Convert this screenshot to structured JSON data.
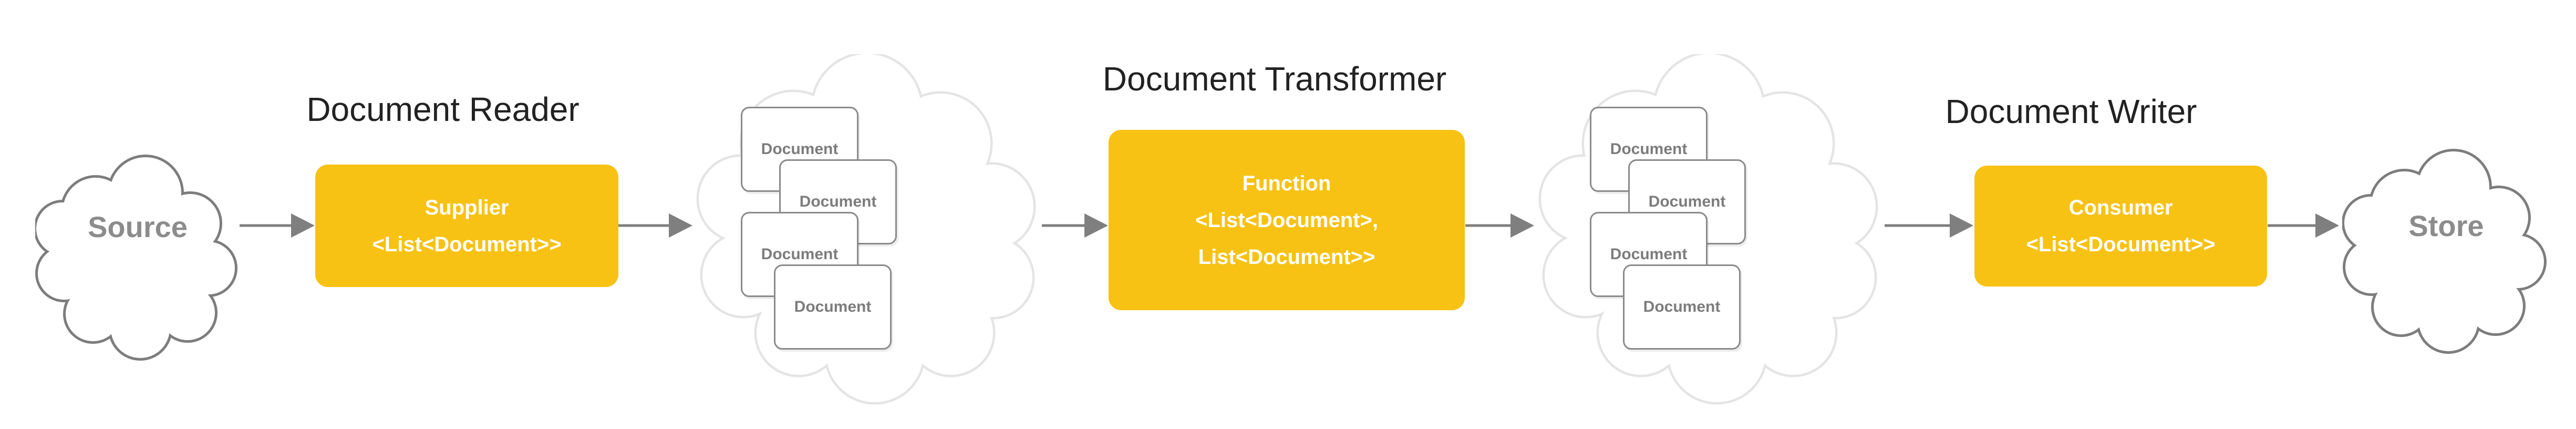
{
  "diagram": {
    "titles": {
      "reader": "Document Reader",
      "transformer": "Document Transformer",
      "writer": "Document Writer"
    },
    "source": {
      "label": "Source"
    },
    "store": {
      "label": "Store"
    },
    "supplier": {
      "line1": "Supplier",
      "line2": "<List<Document>>"
    },
    "function": {
      "line1": "Function",
      "line2": "<List<Document>,",
      "line3": "List<Document>>"
    },
    "consumer": {
      "line1": "Consumer",
      "line2": "<List<Document>>"
    },
    "document_card": {
      "label": "Document"
    },
    "colors": {
      "accent_yellow": "#F7C213",
      "arrow_gray": "#7F7F7F",
      "cloud_outline_gray": "#7D7D7D",
      "doc_cloud_outline": "#E4E4E4",
      "card_border": "#8A8A8A",
      "card_text": "#7C7C7C",
      "node_text_gray": "#8C8C8C",
      "title_text": "#222222",
      "box_text": "#FFFFFF"
    }
  }
}
